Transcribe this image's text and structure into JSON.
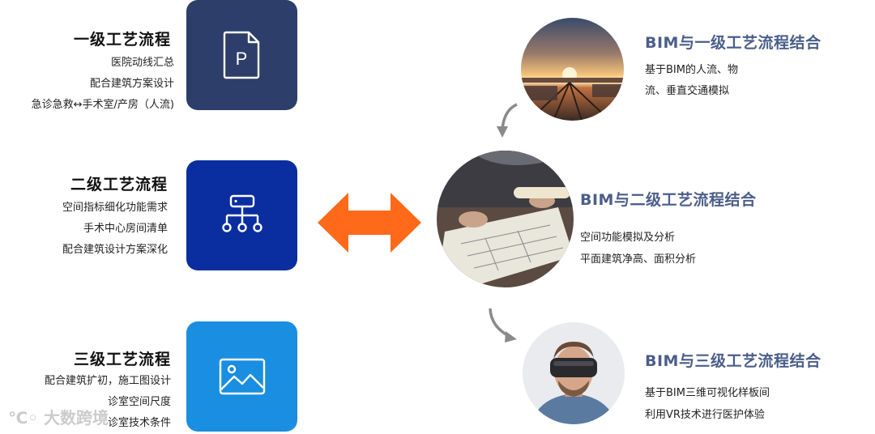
{
  "left": [
    {
      "title": "一级工艺流程",
      "lines": [
        "医院动线汇总",
        "配合建筑方案设计",
        "急诊急救↔手术室/产房（人流)"
      ]
    },
    {
      "title": "二级工艺流程",
      "lines": [
        "空间指标细化功能需求",
        "手术中心房间清单",
        "配合建筑设计方案深化"
      ]
    },
    {
      "title": "三级工艺流程",
      "lines": [
        "配合建筑扩初，施工图设计",
        "诊室空间尺度",
        "诊室技术条件"
      ]
    }
  ],
  "tiles": [
    {
      "color": "#2d3e6b",
      "icon": "document-p-icon"
    },
    {
      "color": "#0a2ea0",
      "icon": "hierarchy-icon"
    },
    {
      "color": "#1a8ee0",
      "icon": "image-icon"
    }
  ],
  "arrow_color": "#ff6a1a",
  "right": [
    {
      "title": "BIM与一级工艺流程结合",
      "lines": [
        "基于BIM的人流、物",
        "流、垂直交通模拟"
      ]
    },
    {
      "title": "BIM与二级工艺流程结合",
      "lines": [
        "空间功能模拟及分析",
        "平面建筑净高、面积分析"
      ]
    },
    {
      "title": "BIM与三级工艺流程结合",
      "lines": [
        "基于BIM三维可视化样板间",
        "利用VR技术进行医护体验"
      ]
    }
  ],
  "accent_title_color": "#4b5e8a",
  "watermark": "大数跨境"
}
